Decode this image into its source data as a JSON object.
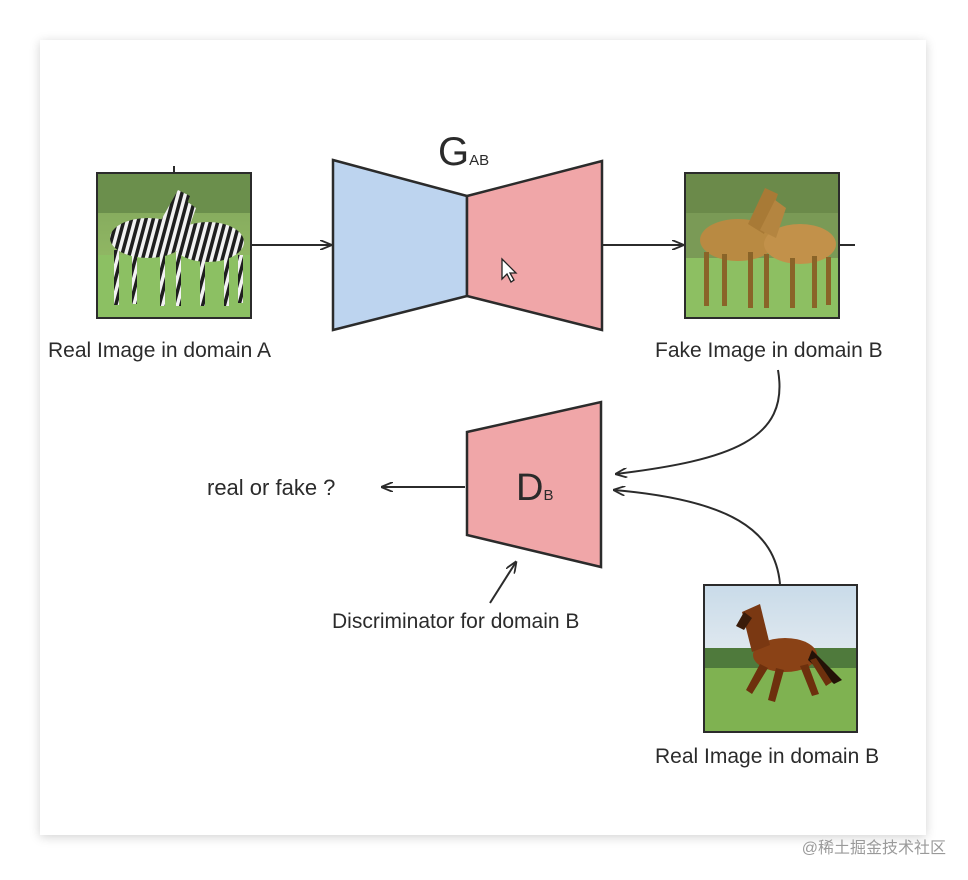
{
  "generator": {
    "name_main": "G",
    "name_sub": "AB",
    "encoder_color": "#bdd4ef",
    "decoder_color": "#f0a6a8"
  },
  "discriminator": {
    "name_main": "D",
    "name_sub": "B",
    "color": "#f0a6a8",
    "caption": "Discriminator for domain B"
  },
  "images": {
    "real_a": {
      "caption": "Real Image in domain A"
    },
    "fake_b": {
      "caption": "Fake Image in domain B"
    },
    "real_b": {
      "caption": "Real Image in domain B"
    }
  },
  "output_label": "real or fake ?",
  "watermark": "@稀土掘金技术社区"
}
